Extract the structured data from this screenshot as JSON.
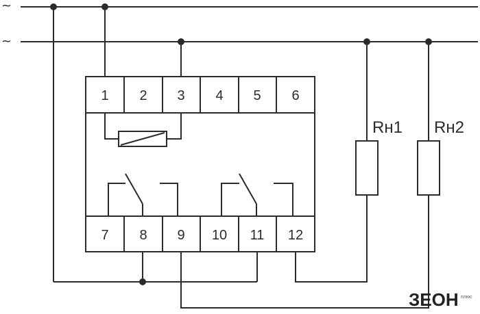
{
  "supply_lines": {
    "line_a_symbol": "~",
    "line_b_symbol": "~"
  },
  "top_terminals": [
    "1",
    "2",
    "3",
    "4",
    "5",
    "6"
  ],
  "bottom_terminals": [
    "7",
    "8",
    "9",
    "10",
    "11",
    "12"
  ],
  "loads": [
    {
      "label": "Rн1"
    },
    {
      "label": "Rн2"
    }
  ],
  "brand": {
    "logo_text": "ЗЕОН",
    "logo_sub": "плюс",
    "colors": {
      "ink": "#2b2b2b",
      "logo": "#222222"
    }
  }
}
